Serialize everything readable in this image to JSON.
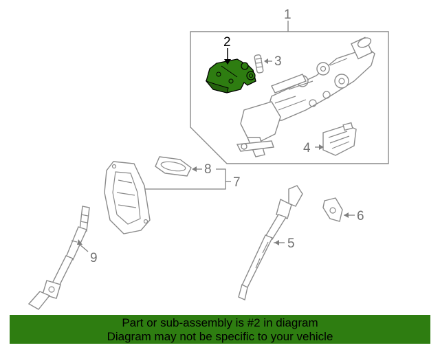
{
  "diagram": {
    "callouts": {
      "c1": "1",
      "c2": "2",
      "c3": "3",
      "c4": "4",
      "c5": "5",
      "c6": "6",
      "c7": "7",
      "c8": "8",
      "c9": "9"
    },
    "highlighted_part": "2",
    "colors": {
      "highlight": "#2e7d11",
      "line_art": "#8a8a8a",
      "banner_bg": "#2e7d11"
    }
  },
  "banner": {
    "line1": "Part or sub-assembly is #2 in diagram",
    "line2": "Diagram may not be specific to your vehicle"
  }
}
